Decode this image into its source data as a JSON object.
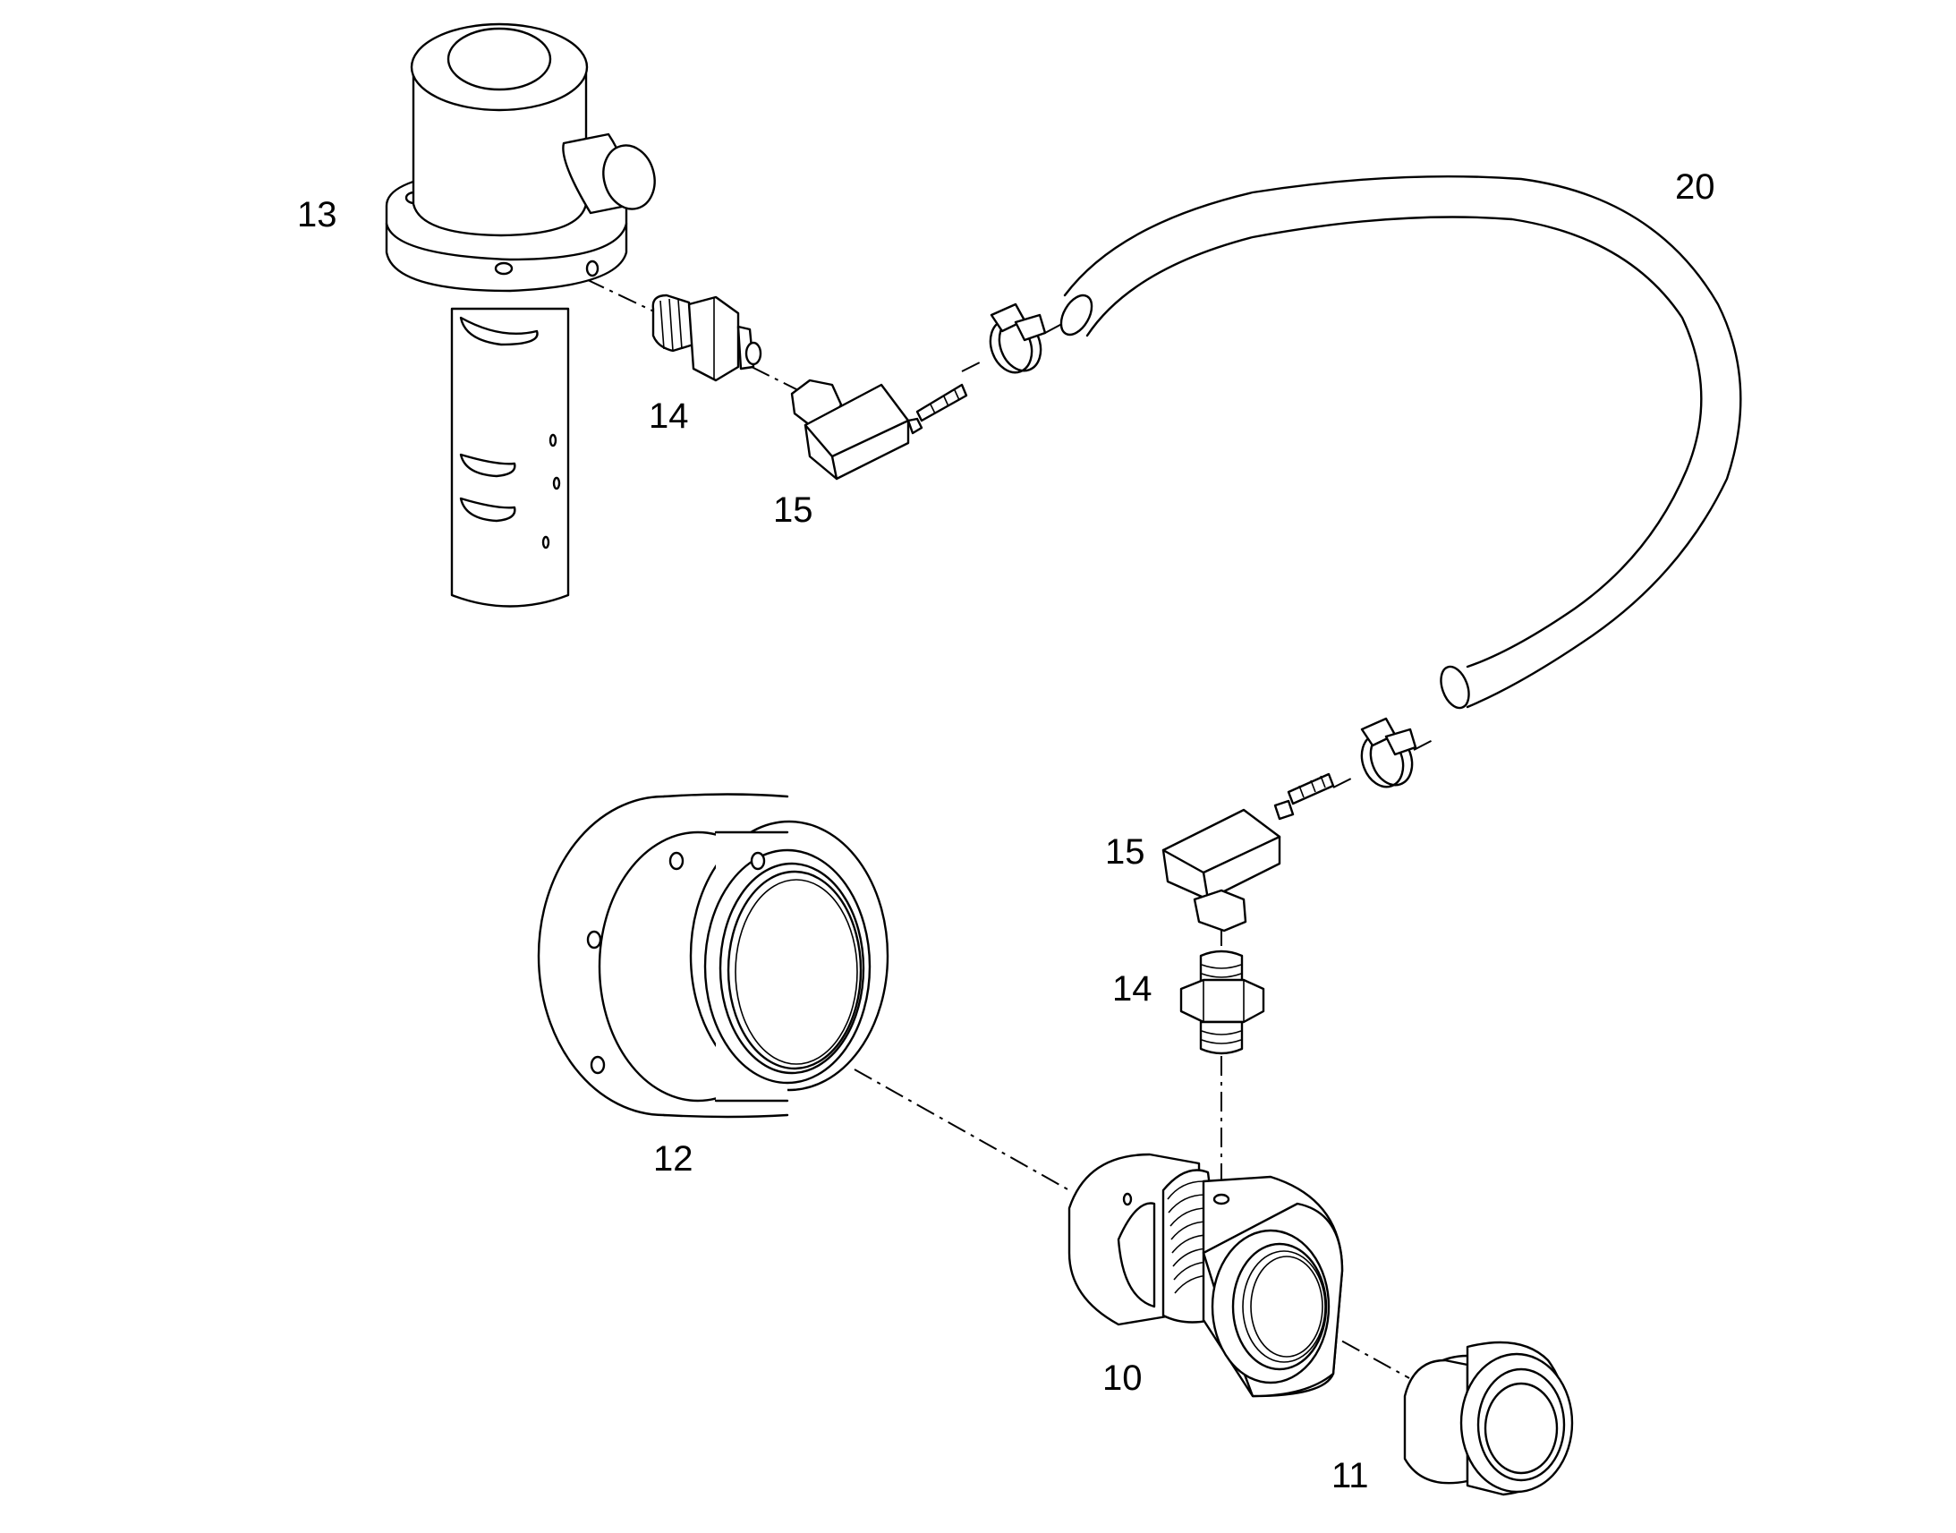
{
  "labels": {
    "p10": "10",
    "p11": "11",
    "p12": "12",
    "p13": "13",
    "p14_top": "14",
    "p14_bottom": "14",
    "p15_top": "15",
    "p15_bottom": "15",
    "p20": "20"
  }
}
